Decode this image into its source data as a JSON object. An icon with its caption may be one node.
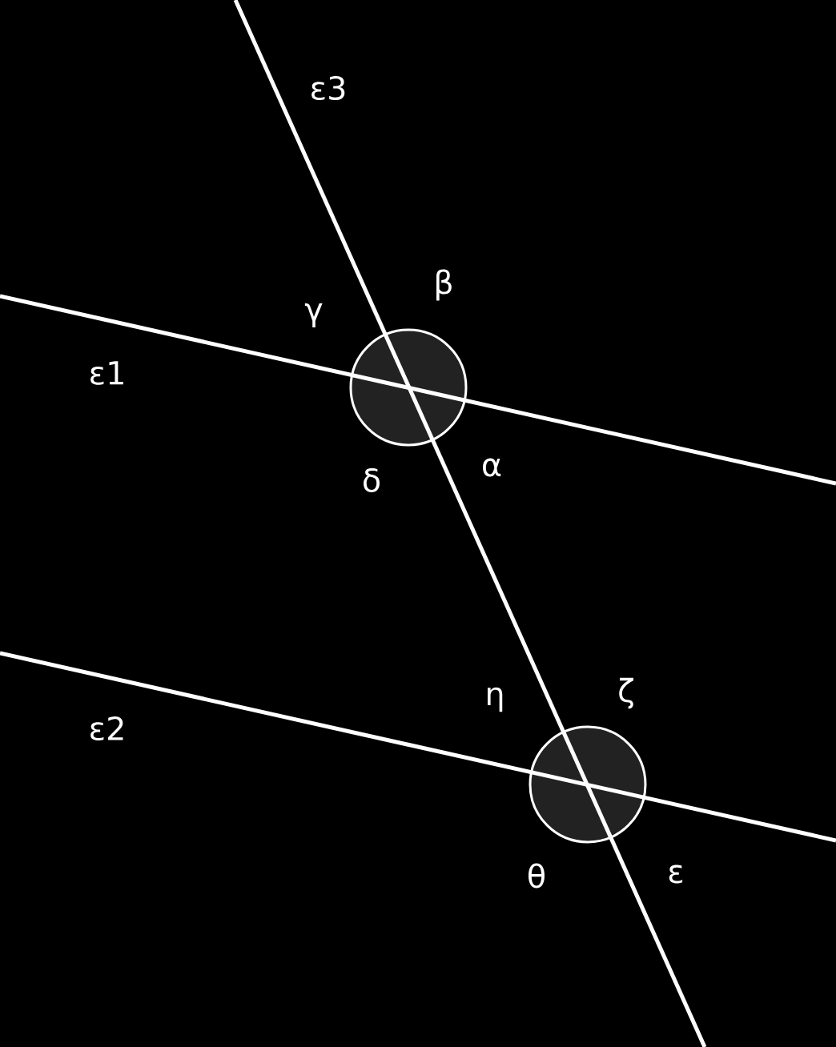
{
  "diagram": {
    "labels": [
      "ε3",
      "β",
      "γ",
      "ε1",
      "α",
      "δ",
      "ζ",
      "η",
      "ε2",
      "ε",
      "θ"
    ]
  }
}
